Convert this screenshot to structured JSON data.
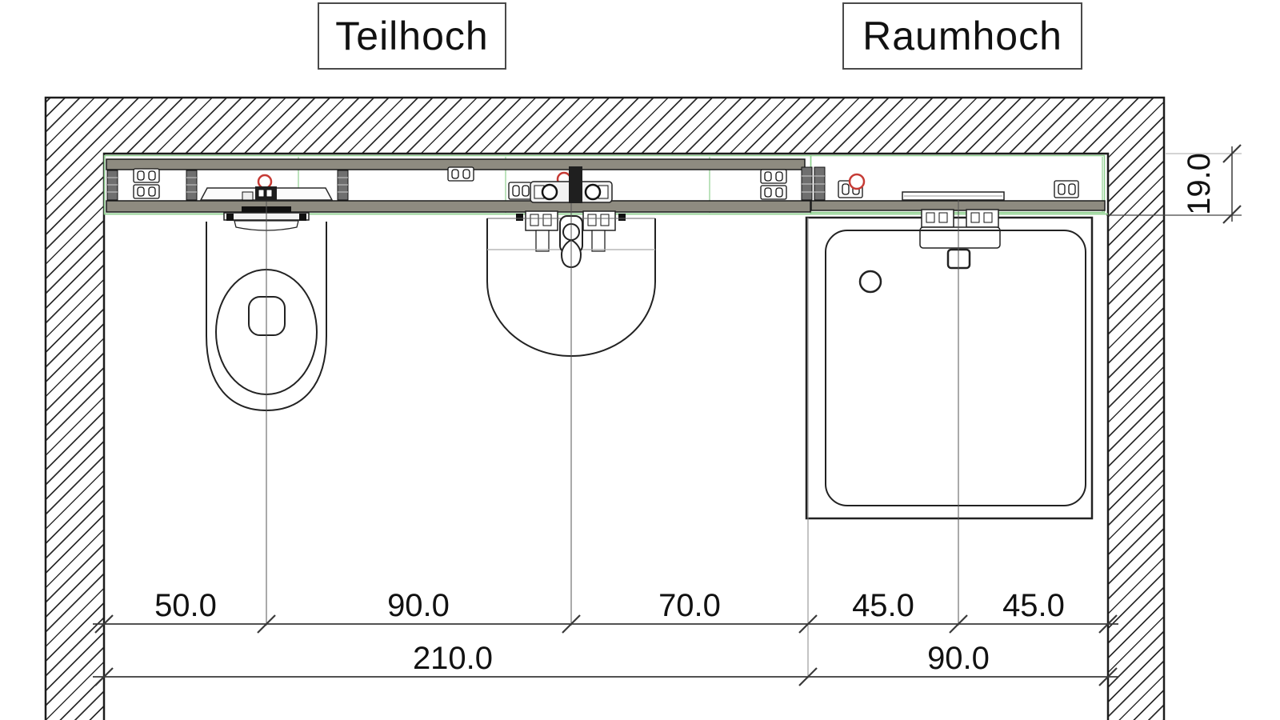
{
  "header": {
    "left_label": "Teilhoch",
    "right_label": "Raumhoch"
  },
  "dimensions": {
    "top_row": [
      "50.0",
      "90.0",
      "70.0",
      "45.0",
      "45.0"
    ],
    "bottom_row": [
      "210.0",
      "90.0"
    ],
    "depth": "19.0"
  },
  "drawing": {
    "fixtures": [
      "toilet-top-view",
      "washbasin-top-view",
      "shower-tray-top-view"
    ],
    "wall_hatch": "diagonal-lines",
    "pipe_marker": "red-circle",
    "electrical": "outlet-box"
  },
  "colors": {
    "module_outline_green": "#8fd08f",
    "pipe_marker_red": "#c63b35",
    "rail_gray": "#8e8b80",
    "line_black": "#1c1c1c"
  }
}
